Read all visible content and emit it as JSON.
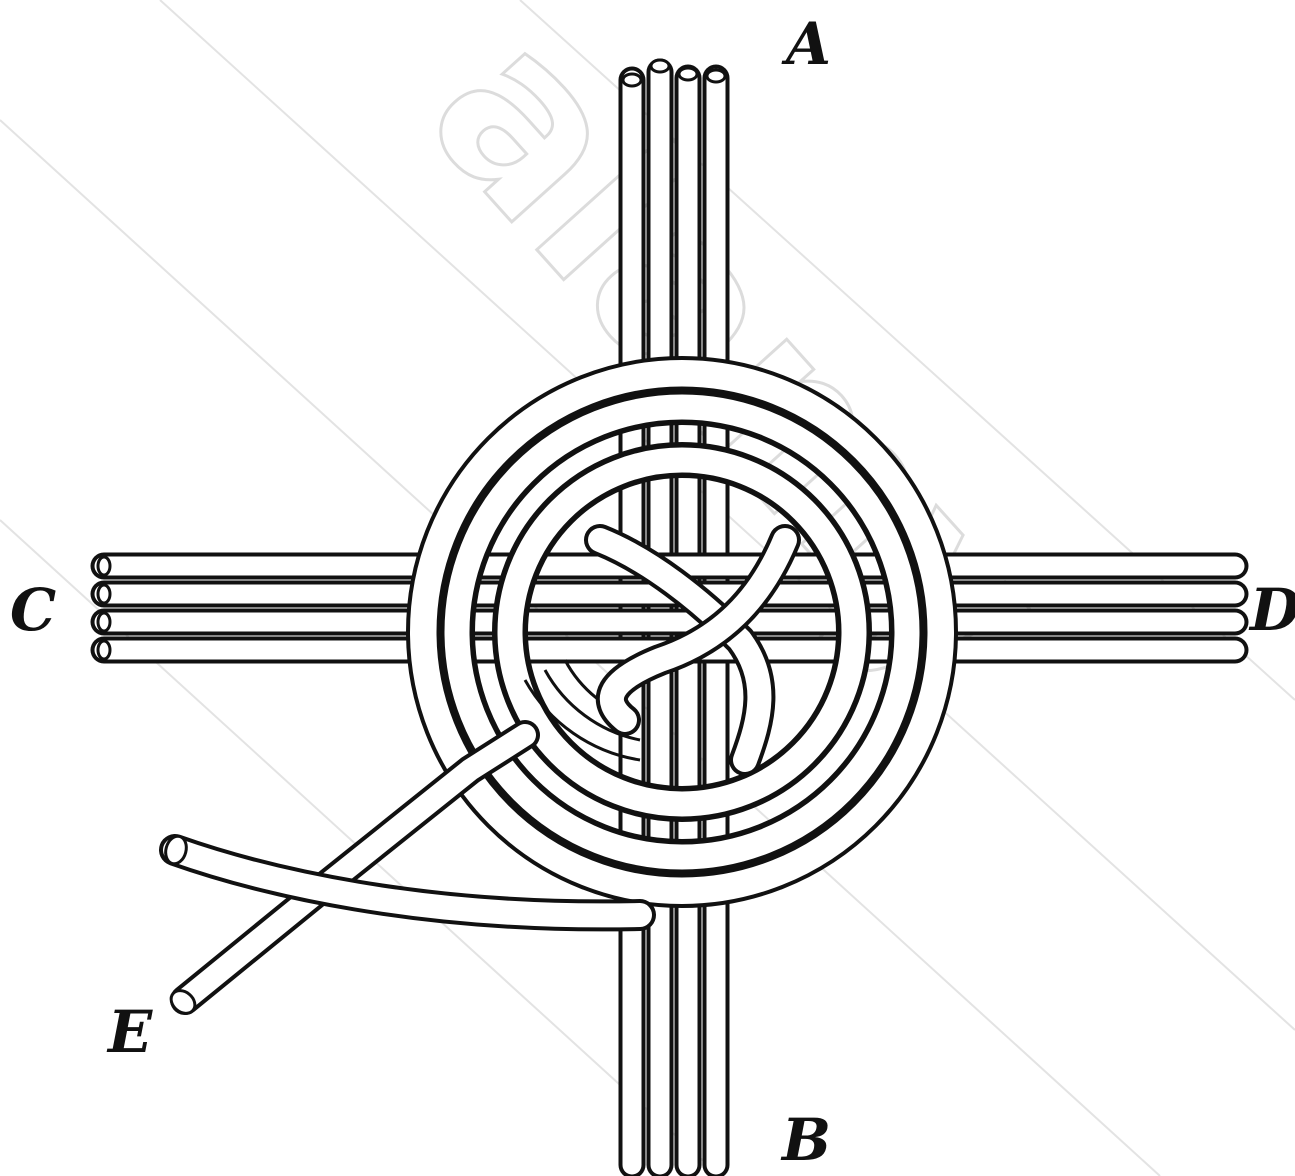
{
  "figure": {
    "labels": {
      "a": "A",
      "b": "B",
      "c": "C",
      "d": "D",
      "e": "E"
    },
    "watermark": "alamy",
    "colors": {
      "ink": "#111111",
      "paper": "#ffffff",
      "watermark": "#dcdcdc"
    }
  }
}
